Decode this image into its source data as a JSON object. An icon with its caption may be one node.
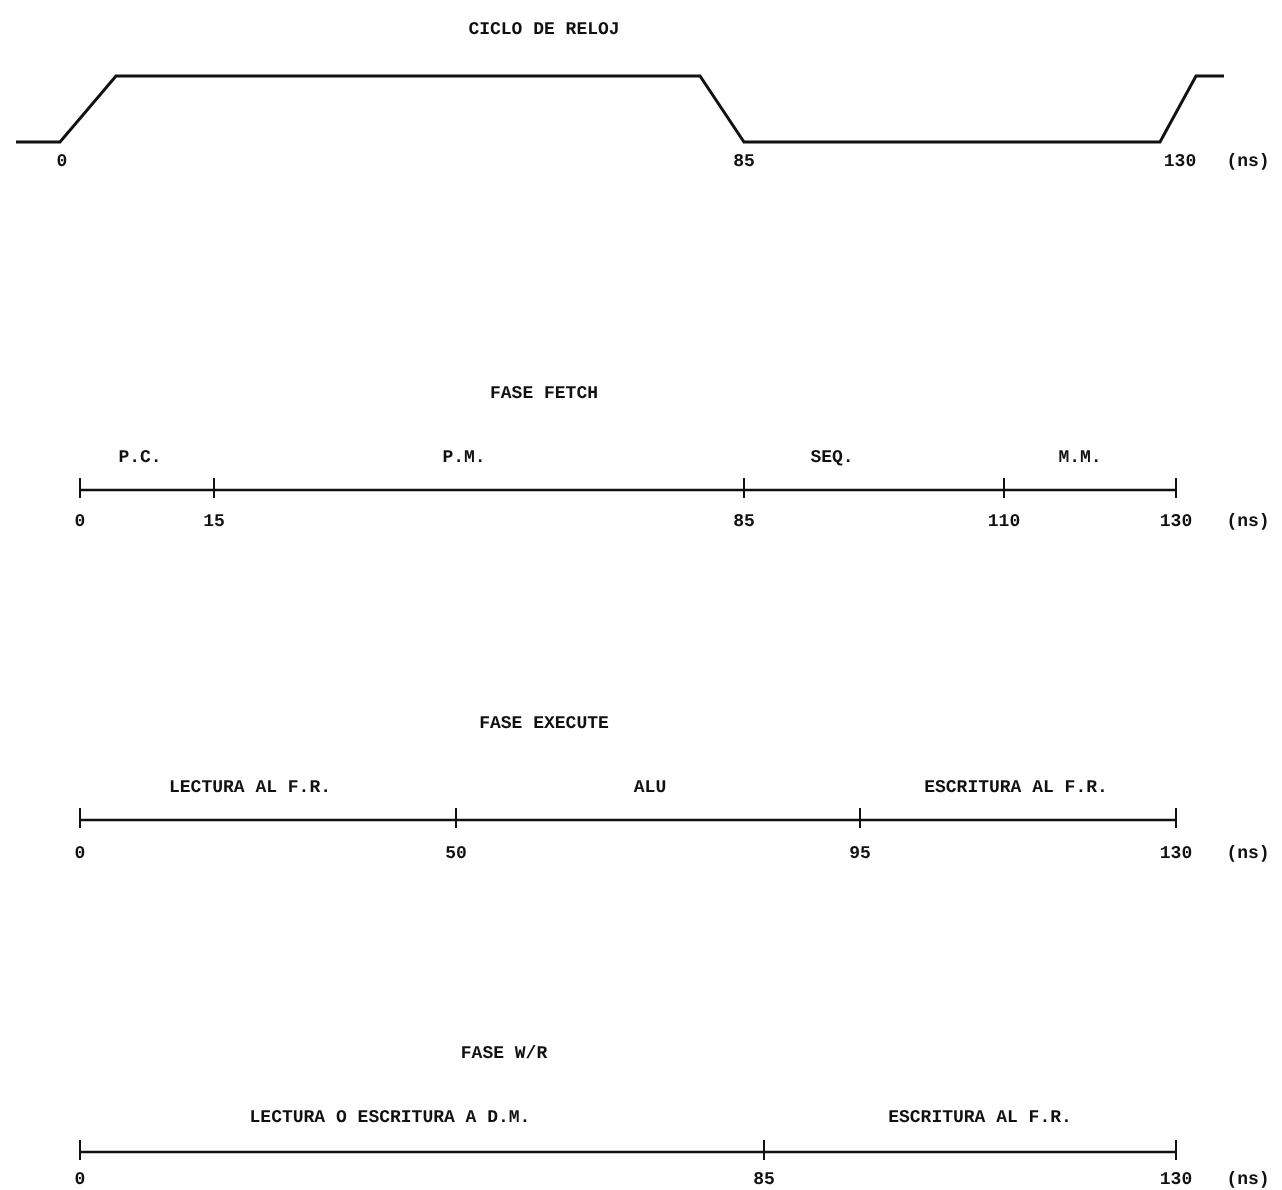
{
  "diagram": {
    "labels": [
      "CICLO DE RELOJ",
      "0",
      "85",
      "130",
      "(ns)",
      "FASE FETCH",
      "P.C.",
      "P.M.",
      "SEQ.",
      "M.M.",
      "0",
      "15",
      "85",
      "110",
      "130",
      "(ns)",
      "FASE EXECUTE",
      "LECTURA AL F.R.",
      "ALU",
      "ESCRITURA AL F.R.",
      "0",
      "50",
      "95",
      "130",
      "(ns)",
      "FASE W/R",
      "LECTURA O ESCRITURA A D.M.",
      "ESCRITURA AL F.R.",
      "0",
      "85",
      "130",
      "(ns)"
    ]
  }
}
